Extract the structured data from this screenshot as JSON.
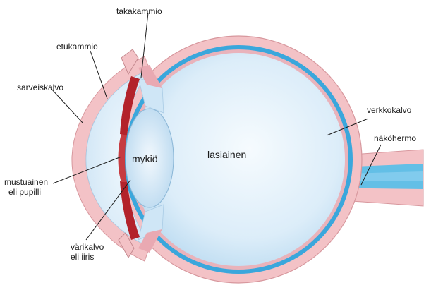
{
  "labels": {
    "takakammio": "takakammio",
    "etukammio": "etukammio",
    "sarveiskalvo": "sarveiskalvo",
    "mykio": "mykiö",
    "lasiainen": "lasiainen",
    "verkkokalvo": "verkkokalvo",
    "nakohermo": "näköhermo",
    "mustuainen_1": "mustuainen",
    "mustuainen_2": "eli pupilli",
    "varikalvo_1": "värikalvo",
    "varikalvo_2": "eli iiris"
  },
  "colors": {
    "sclera": "#f3c2c6",
    "sclera_stroke": "#d7979d",
    "retina": "#3aa7dc",
    "vitreous": "#dbeefa",
    "vitreous_highlight": "#f4fafe",
    "iris": "#b3232b",
    "lens": "#cfe6f6",
    "nerve": "#63bfe6"
  }
}
